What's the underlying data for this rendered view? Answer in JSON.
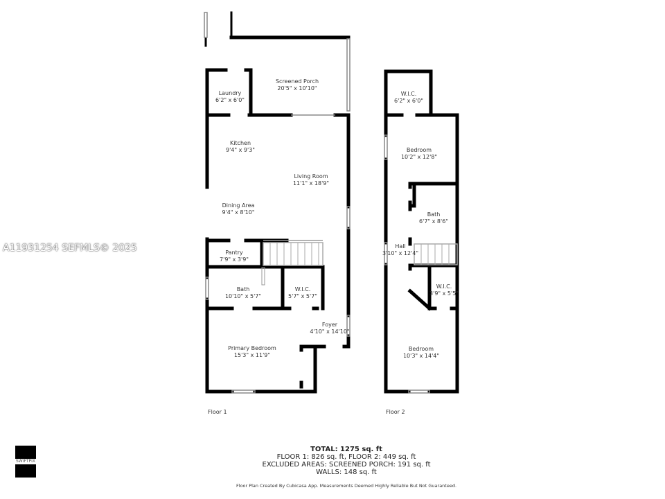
{
  "watermark": "A11931254  SEFMLS© 2025",
  "floors": [
    {
      "label": "Floor 1",
      "rooms": [
        {
          "name": "Screened Porch",
          "size": "20'5\" x 10'10\""
        },
        {
          "name": "Laundry",
          "size": "6'2\" x 6'0\""
        },
        {
          "name": "Kitchen",
          "size": "9'4\" x 9'3\""
        },
        {
          "name": "Living Room",
          "size": "11'1\" x 18'9\""
        },
        {
          "name": "Dining Area",
          "size": "9'4\" x 8'10\""
        },
        {
          "name": "Pantry",
          "size": "7'9\" x 3'9\""
        },
        {
          "name": "Bath",
          "size": "10'10\" x 5'7\""
        },
        {
          "name": "W.I.C.",
          "size": "5'7\" x 5'7\""
        },
        {
          "name": "Foyer",
          "size": "4'10\" x 14'10\""
        },
        {
          "name": "Primary Bedroom",
          "size": "15'3\" x 11'9\""
        }
      ]
    },
    {
      "label": "Floor 2",
      "rooms": [
        {
          "name": "W.I.C.",
          "size": "6'2\" x 6'0\""
        },
        {
          "name": "Bedroom",
          "size": "10'2\" x 12'8\""
        },
        {
          "name": "Bath",
          "size": "6'7\" x 8'6\""
        },
        {
          "name": "Hall",
          "size": "3'10\" x 12'4\""
        },
        {
          "name": "W.I.C.",
          "size": "3'9\" x 5'5\""
        },
        {
          "name": "Bedroom",
          "size": "10'3\" x 14'4\""
        }
      ]
    }
  ],
  "summary": {
    "total": "TOTAL: 1275 sq. ft",
    "floors": "FLOOR 1: 826 sq. ft, FLOOR 2: 449 sq. ft",
    "excluded": "EXCLUDED AREAS: SCREENED PORCH: 191 sq. ft",
    "walls": "WALLS: 148 sq. ft"
  },
  "disclaimer": "Floor Plan Created By Cubicasa App. Measurements Deemed Highly Reliable But Not Guaranteed.",
  "logo": "SWIFTPIX",
  "colors": {
    "wall": "#000000",
    "window": "#888888"
  }
}
